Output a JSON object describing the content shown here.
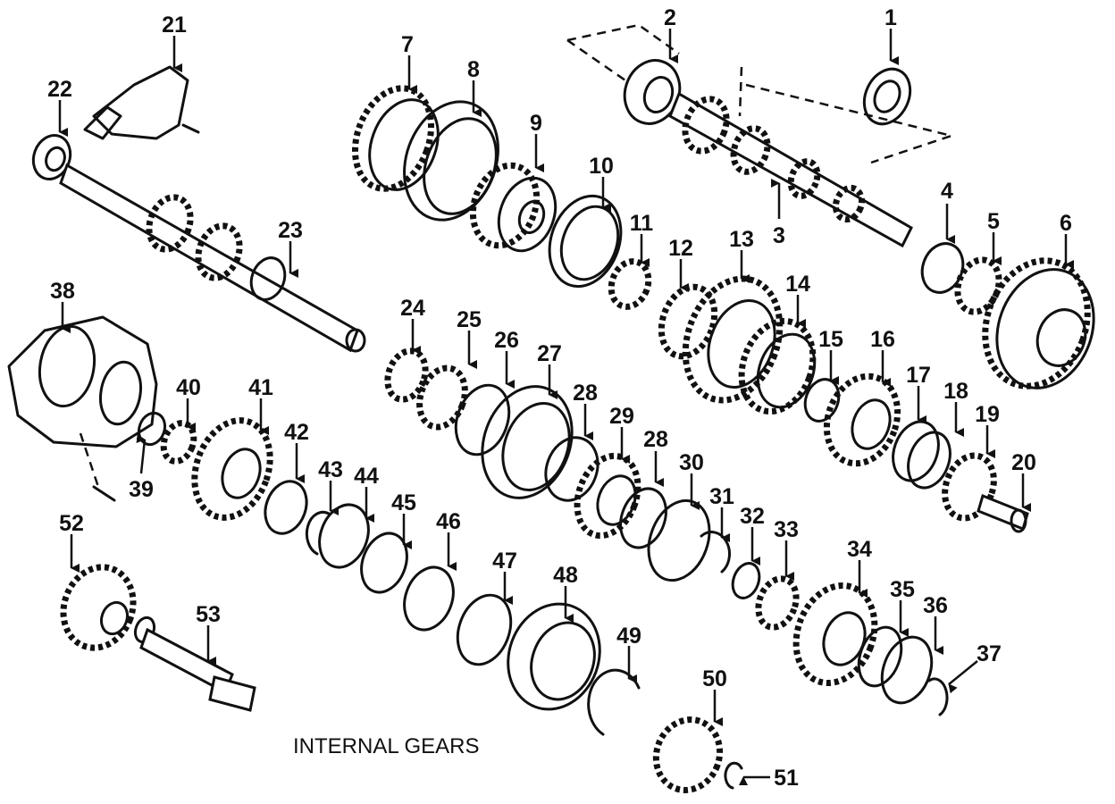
{
  "diagram": {
    "caption": "INTERNAL GEARS",
    "callouts": [
      "1",
      "2",
      "3",
      "4",
      "5",
      "6",
      "7",
      "8",
      "9",
      "10",
      "11",
      "12",
      "13",
      "14",
      "15",
      "16",
      "17",
      "18",
      "19",
      "20",
      "21",
      "22",
      "23",
      "24",
      "25",
      "26",
      "27",
      "28",
      "29",
      "28",
      "30",
      "31",
      "32",
      "33",
      "34",
      "35",
      "36",
      "37",
      "38",
      "39",
      "40",
      "41",
      "42",
      "43",
      "44",
      "45",
      "46",
      "47",
      "48",
      "49",
      "50",
      "51",
      "52",
      "53"
    ]
  }
}
